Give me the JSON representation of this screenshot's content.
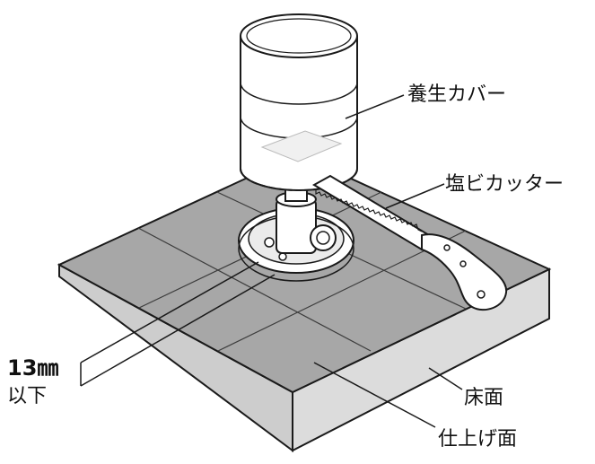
{
  "labels": {
    "cover": "養生カバー",
    "cutter": "塩ビカッター",
    "dim_value": "13㎜",
    "dim_note": "以下",
    "floor": "床面",
    "finish": "仕上げ面"
  },
  "colors": {
    "top_surface": "#a7a7a7",
    "side_left": "#cdcdcd",
    "side_right": "#dcdcdc",
    "line": "#1a1a1a",
    "cover": "#ffffff",
    "fitting": "#ffffff"
  }
}
